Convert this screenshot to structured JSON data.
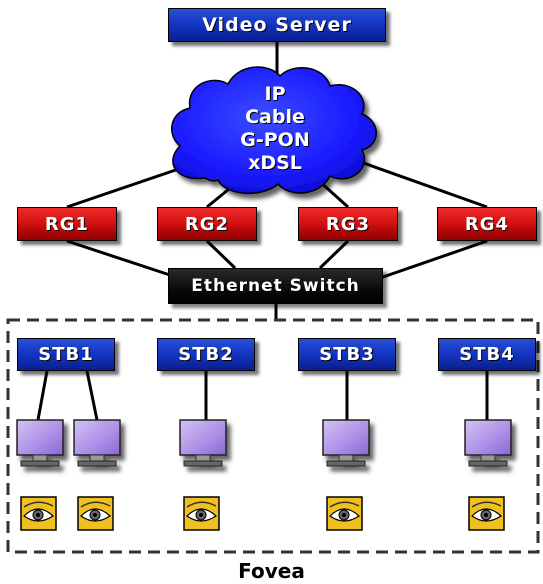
{
  "diagram": {
    "video_server": "Video Server",
    "cloud": {
      "lines": [
        "IP",
        "Cable",
        "G-PON",
        "xDSL"
      ]
    },
    "gateways": [
      "RG1",
      "RG2",
      "RG3",
      "RG4"
    ],
    "switch": "Ethernet Switch",
    "set_top_boxes": [
      "STB1",
      "STB2",
      "STB3",
      "STB4"
    ],
    "group_label": "Fovea"
  },
  "colors": {
    "server_blue": "#1436c4",
    "gateway_red": "#d01010",
    "switch_black": "#0a0a0a",
    "cloud_blue": "#1a1aff",
    "monitor_purple": "#b59ae8",
    "eye_icon_yellow": "#f0c020"
  },
  "icons": [
    "monitor-icon",
    "eye-icon"
  ]
}
